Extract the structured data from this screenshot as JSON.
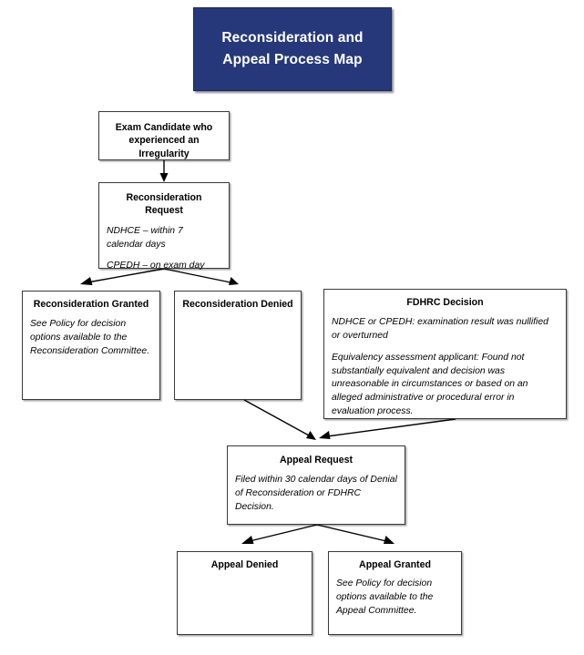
{
  "document": {
    "title": "Reconsideration and Appeal Process Map",
    "banner_color": "#26387a",
    "banner_text_color": "#ffffff",
    "background_color": "#ffffff",
    "box_border_color": "#3a3a3a",
    "connector_color": "#000000"
  },
  "title_banner": {
    "line1": "Reconsideration and",
    "line2": "Appeal Process Map",
    "text": "Reconsideration and Appeal Process Map"
  },
  "nodes": {
    "candidate": {
      "title": "Exam Candidate who experienced an Irregularity",
      "body": []
    },
    "reconsideration_request": {
      "title": "Reconsideration Request",
      "body1": "NDHCE – within 7 calendar days",
      "body2": "CPEDH – on exam day"
    },
    "reconsideration_granted": {
      "title": "Reconsideration Granted",
      "body1": "See Policy for decision options available to the Reconsideration Committee."
    },
    "reconsideration_denied": {
      "title": "Reconsideration Denied",
      "body1": ""
    },
    "fdhrc_decision": {
      "title": "FDHRC Decision",
      "body1": "NDHCE or CPEDH: examination result was nullified or overturned",
      "body2": "Equivalency assessment applicant: Found not substantially equivalent and decision was unreasonable in circumstances or based on an alleged administrative or procedural error in evaluation process."
    },
    "appeal_request": {
      "title": "Appeal Request",
      "body1": "Filed within 30 calendar days of Denial of Reconsideration or FDHRC Decision."
    },
    "appeal_denied": {
      "title": "Appeal Denied",
      "body1": ""
    },
    "appeal_granted": {
      "title": "Appeal Granted",
      "body1": "See Policy for decision options available to the Appeal Committee."
    }
  },
  "connectors": [
    {
      "name": "candidate-to-request",
      "from": "candidate",
      "to": "reconsideration_request",
      "style": "straight-down"
    },
    {
      "name": "request-to-granted",
      "from": "reconsideration_request",
      "to": "reconsideration_granted",
      "style": "diagonal"
    },
    {
      "name": "request-to-denied",
      "from": "reconsideration_request",
      "to": "reconsideration_denied",
      "style": "diagonal"
    },
    {
      "name": "denied-to-appeal-request",
      "from": "reconsideration_denied",
      "to": "appeal_request",
      "style": "diagonal"
    },
    {
      "name": "fdhrc-to-appeal-request",
      "from": "fdhrc_decision",
      "to": "appeal_request",
      "style": "diagonal"
    },
    {
      "name": "appeal-request-to-denied",
      "from": "appeal_request",
      "to": "appeal_denied",
      "style": "diagonal"
    },
    {
      "name": "appeal-request-to-granted",
      "from": "appeal_request",
      "to": "appeal_granted",
      "style": "diagonal"
    }
  ]
}
